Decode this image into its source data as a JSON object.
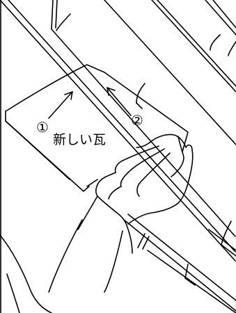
{
  "diagram": {
    "label_new_tile": "新しい瓦",
    "step_1": "①",
    "step_2": "②"
  }
}
